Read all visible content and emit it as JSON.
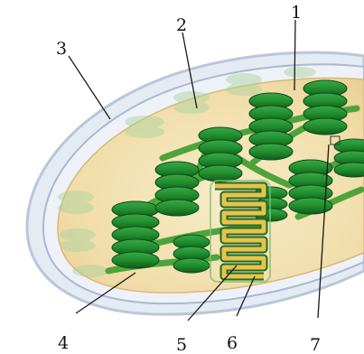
{
  "labels": {
    "l1": "1",
    "l2": "2",
    "l3": "3",
    "l4": "4",
    "l5": "5",
    "l6": "6",
    "l7": "7"
  },
  "colors": {
    "outer_membrane": "#cdd6e6",
    "stroma": "#f3e3b2",
    "granum": "#1f8a2c",
    "granum_dark": "#0f5a1a",
    "lamella": "#5fb04a",
    "inner_fold": "#e8c34a"
  }
}
